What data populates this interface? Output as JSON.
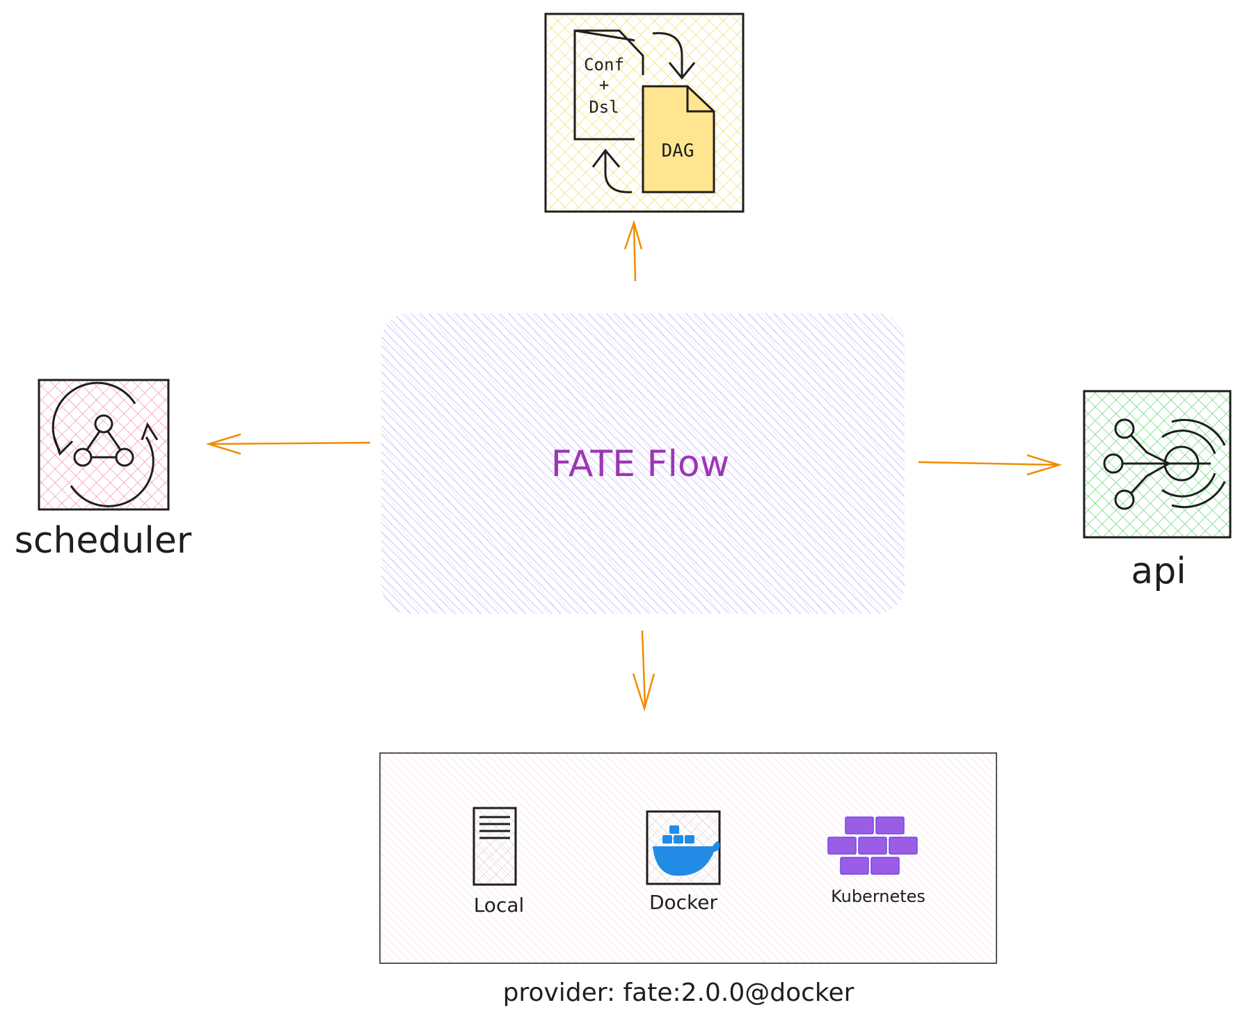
{
  "center": {
    "label": "FATE Flow"
  },
  "dag_box": {
    "conf_line1": "Conf",
    "conf_line2": "+",
    "conf_line3": "Dsl",
    "dag_label": "DAG"
  },
  "scheduler": {
    "label": "scheduler",
    "icon": "scheduler-cycle-icon"
  },
  "api": {
    "label": "api",
    "icon": "api-gateway-icon"
  },
  "providers": {
    "caption": "provider: fate:2.0.0@docker",
    "items": [
      {
        "label": "Local",
        "icon": "server-icon"
      },
      {
        "label": "Docker",
        "icon": "docker-whale-icon"
      },
      {
        "label": "Kubernetes",
        "icon": "kubernetes-containers-icon"
      }
    ]
  },
  "colors": {
    "arrow": "#f08c00",
    "center_fill": "#b197fc",
    "center_text": "#9c36b5",
    "dag_fill": "#ffec99",
    "dag_doc": "#ffe58f",
    "scheduler_fill": "#f783ac",
    "api_fill": "#69db7c",
    "provider_fill": "#ffc9c9",
    "docker_blue": "#228be6",
    "k8s_purple": "#9b5de5"
  }
}
